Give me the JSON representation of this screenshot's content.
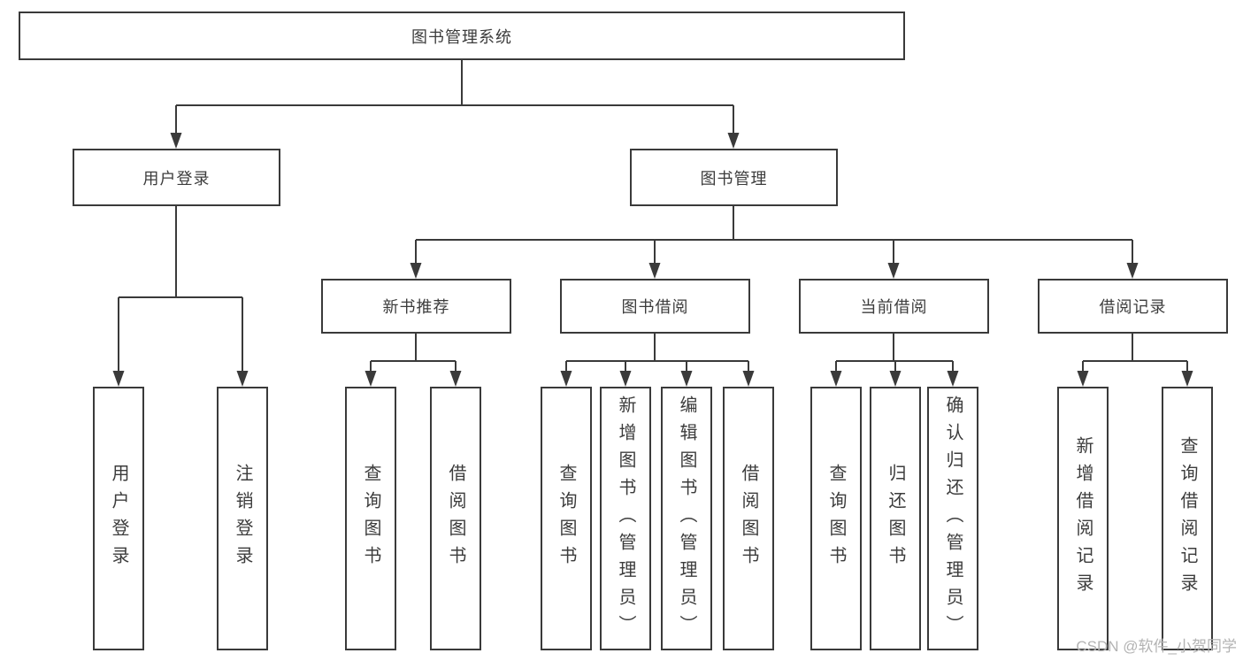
{
  "diagram": {
    "tree": {
      "label": "图书管理系统",
      "children": [
        {
          "label": "用户登录",
          "children": [
            {
              "label": "用户登录"
            },
            {
              "label": "注销登录"
            }
          ]
        },
        {
          "label": "图书管理",
          "children": [
            {
              "label": "新书推荐",
              "children": [
                {
                  "label": "查询图书"
                },
                {
                  "label": "借阅图书"
                }
              ]
            },
            {
              "label": "图书借阅",
              "children": [
                {
                  "label": "查询图书"
                },
                {
                  "label": "新增图书（管理员）"
                },
                {
                  "label": "编辑图书（管理员）"
                },
                {
                  "label": "借阅图书"
                }
              ]
            },
            {
              "label": "当前借阅",
              "children": [
                {
                  "label": "查询图书"
                },
                {
                  "label": "归还图书"
                },
                {
                  "label": "确认归还（管理员）"
                }
              ]
            },
            {
              "label": "借阅记录",
              "children": [
                {
                  "label": "新增借阅记录"
                },
                {
                  "label": "查询借阅记录"
                }
              ]
            }
          ]
        }
      ]
    },
    "watermark": "CSDN @软件_小贺同学",
    "colors": {
      "background": "#ffffff",
      "boxfill": "#ffffff",
      "border": "#3a3a3a",
      "line": "#3a3a3a",
      "text": "#3c3c3c",
      "watermark": "#b3b3b3"
    }
  }
}
